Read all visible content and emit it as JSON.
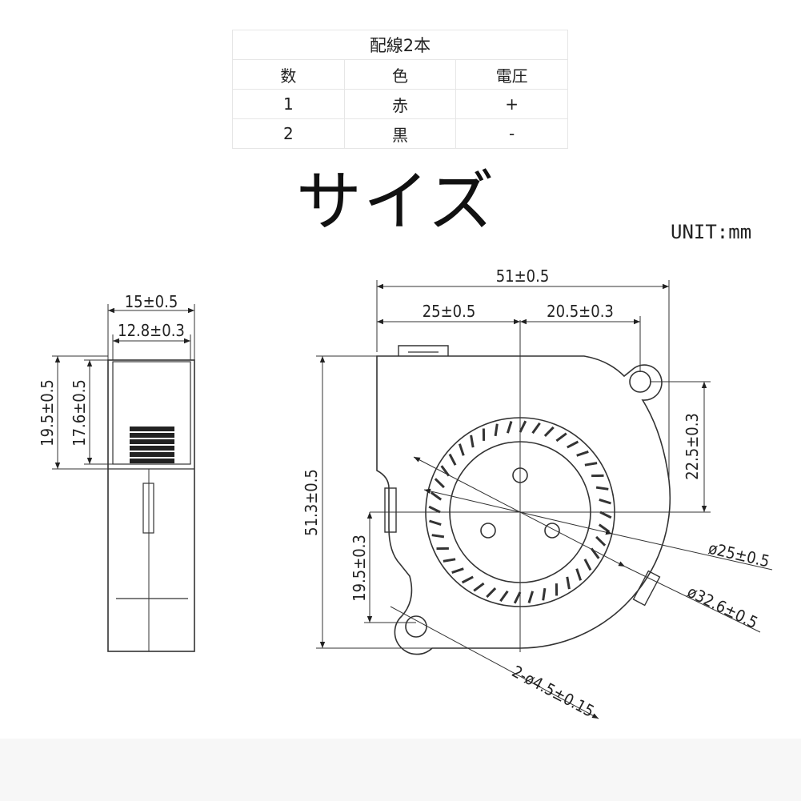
{
  "wiring_table": {
    "caption": "配線2本",
    "headers": [
      "数",
      "色",
      "電圧"
    ],
    "rows": [
      [
        "1",
        "赤",
        "+"
      ],
      [
        "2",
        "黒",
        "-"
      ]
    ]
  },
  "title": "サイズ",
  "unit": "UNIT:mm",
  "side_view": {
    "width_outer": "15±0.5",
    "width_inner": "12.8±0.3",
    "height_outer": "19.5±0.5",
    "height_inner": "17.6±0.5"
  },
  "front_view": {
    "total_width": "51±0.5",
    "left_to_center": "25±0.5",
    "center_to_hole": "20.5±0.3",
    "total_height": "51.3±0.5",
    "hole_to_center": "22.5±0.3",
    "bottom_to_center": "19.5±0.3",
    "hub_diameter": "ø25±0.5",
    "impeller_diameter": "ø32.6±0.5",
    "mount_holes": "2-ø4.5±0.15"
  }
}
